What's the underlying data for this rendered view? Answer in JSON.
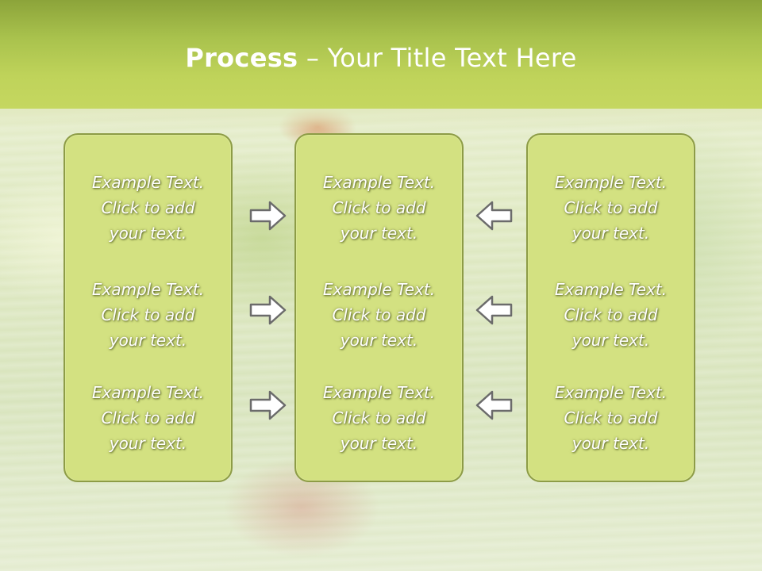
{
  "title": {
    "bold": "Process",
    "rest": " – Your Title Text Here"
  },
  "columns": [
    {
      "items": [
        {
          "line1": "Example Text.",
          "line2": "Click  to add",
          "line3": "your text."
        },
        {
          "line1": "Example Text.",
          "line2": "Click  to add",
          "line3": "your text."
        },
        {
          "line1": "Example Text.",
          "line2": "Click  to add",
          "line3": "your text."
        }
      ]
    },
    {
      "items": [
        {
          "line1": "Example Text.",
          "line2": "Click  to add",
          "line3": "your text."
        },
        {
          "line1": "Example Text.",
          "line2": "Click  to add",
          "line3": "your text."
        },
        {
          "line1": "Example Text.",
          "line2": "Click  to add",
          "line3": "your text."
        }
      ]
    },
    {
      "items": [
        {
          "line1": "Example Text.",
          "line2": "Click  to add",
          "line3": "your text."
        },
        {
          "line1": "Example Text.",
          "line2": "Click  to add",
          "line3": "your text."
        },
        {
          "line1": "Example Text.",
          "line2": "Click  to add",
          "line3": "your text."
        }
      ]
    }
  ],
  "arrows": {
    "left_group": [
      "arrow-right-icon",
      "arrow-right-icon",
      "arrow-right-icon"
    ],
    "right_group": [
      "arrow-left-icon",
      "arrow-left-icon",
      "arrow-left-icon"
    ]
  },
  "colors": {
    "header": "#bfd35a",
    "box_fill": "#d3e181",
    "box_border": "#8d9c46",
    "arrow_stroke": "#6b6b6b"
  }
}
